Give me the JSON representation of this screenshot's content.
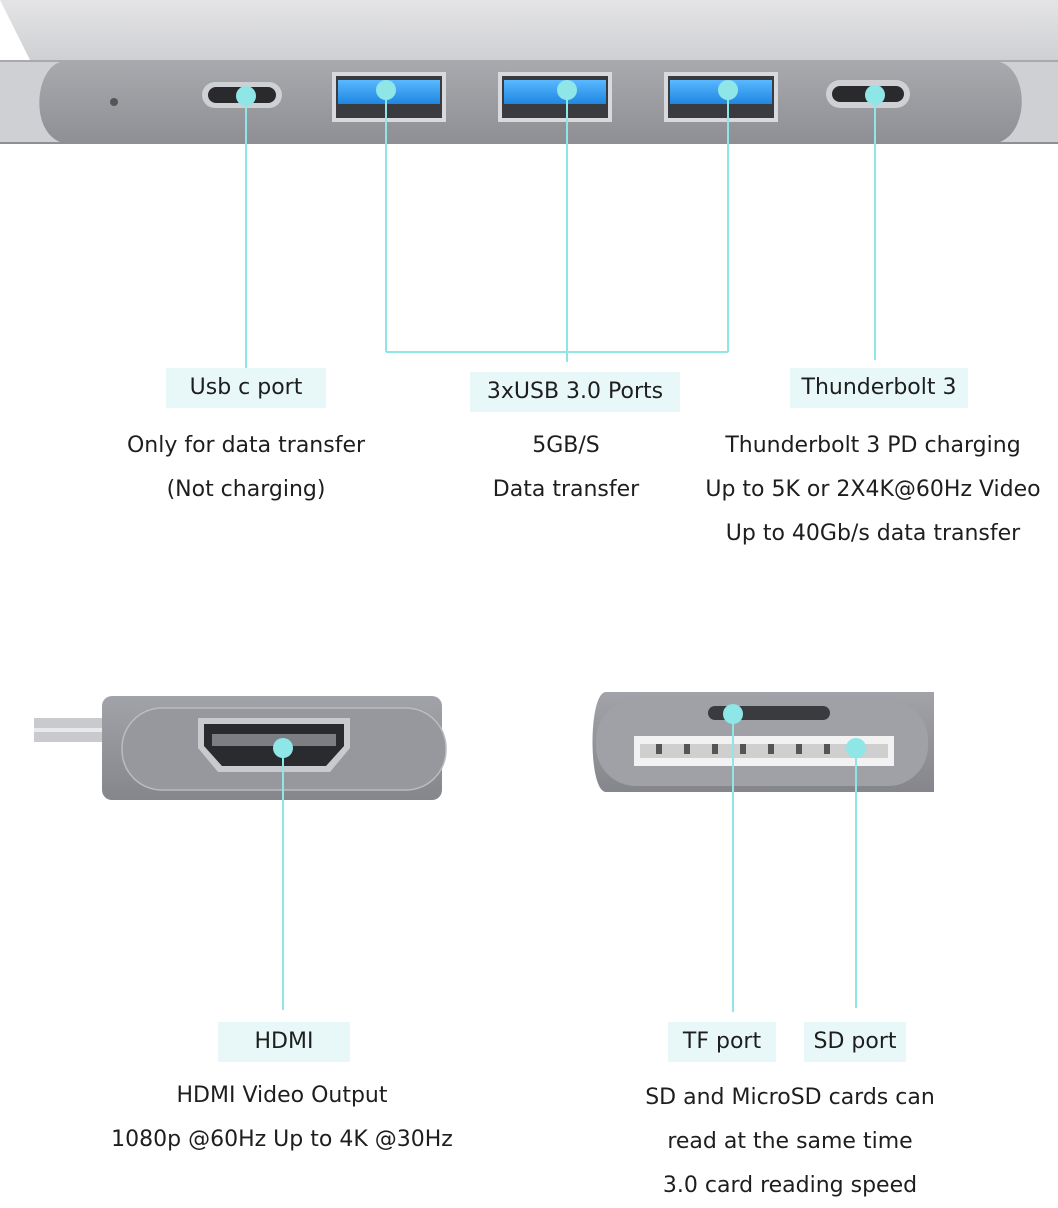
{
  "accent_color": "#8fe6e6",
  "usb_c": {
    "label": "Usb c port",
    "lines": [
      "Only for data transfer",
      "(Not charging)"
    ]
  },
  "usb3": {
    "label": "3xUSB 3.0 Ports",
    "lines": [
      "5GB/S",
      "Data transfer"
    ]
  },
  "thunderbolt": {
    "label": "Thunderbolt 3",
    "lines": [
      "Thunderbolt 3 PD charging",
      "Up to 5K or 2X4K@60Hz Video",
      "Up to 40Gb/s data transfer"
    ]
  },
  "hdmi": {
    "label": "HDMI",
    "lines": [
      "HDMI Video Output",
      "1080p @60Hz Up to 4K @30Hz"
    ]
  },
  "tf": {
    "label": "TF port"
  },
  "sd": {
    "label": "SD port"
  },
  "card_reader": {
    "lines": [
      "SD and MicroSD cards can",
      "read at the same time",
      "3.0 card reading speed"
    ]
  }
}
